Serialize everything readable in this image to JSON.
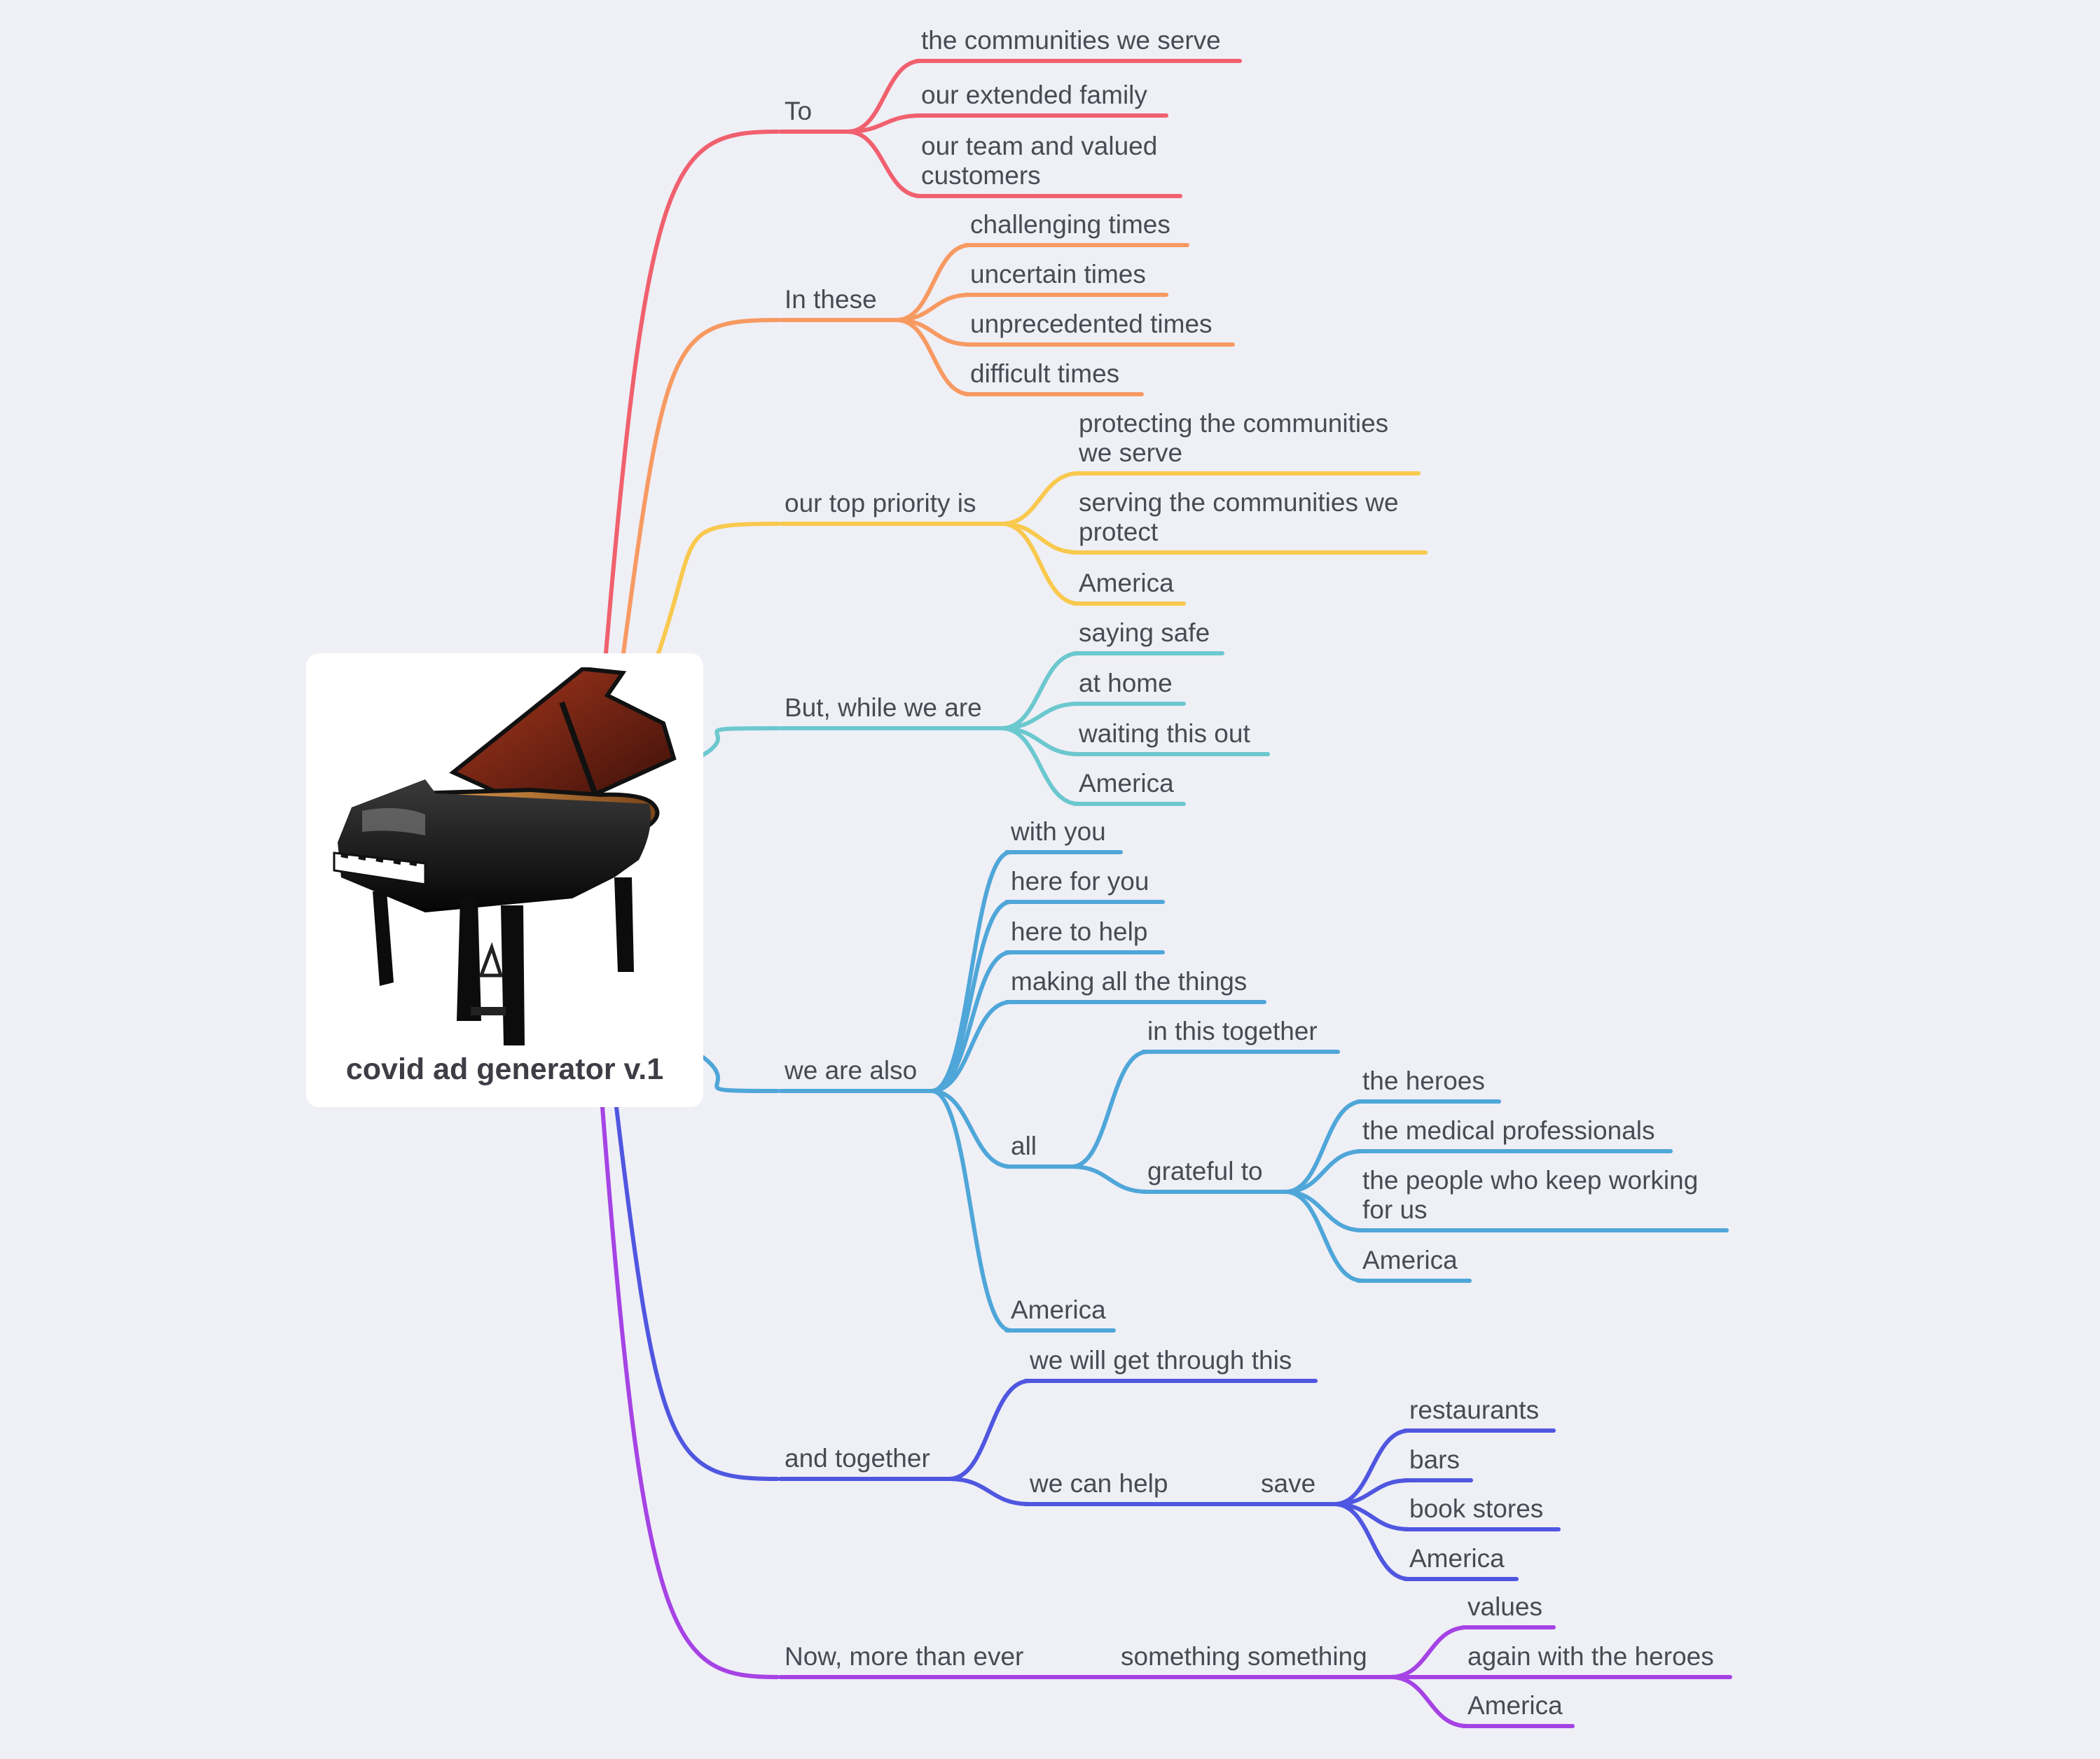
{
  "root": {
    "title": "covid ad generator v.1",
    "image": "grand-piano-icon"
  },
  "branches": [
    {
      "id": "b1",
      "label": "To",
      "color": "#f0606e",
      "children": [
        {
          "id": "b1a",
          "label": "the communities we serve"
        },
        {
          "id": "b1b",
          "label": "our extended family"
        },
        {
          "id": "b1c",
          "label": "our team and valued\ncustomers"
        }
      ]
    },
    {
      "id": "b2",
      "label": "In these",
      "color": "#f79a62",
      "children": [
        {
          "id": "b2a",
          "label": "challenging times"
        },
        {
          "id": "b2b",
          "label": "uncertain times"
        },
        {
          "id": "b2c",
          "label": "unprecedented times"
        },
        {
          "id": "b2d",
          "label": "difficult times"
        }
      ]
    },
    {
      "id": "b3",
      "label": "our top priority is",
      "color": "#f9c94e",
      "children": [
        {
          "id": "b3a",
          "label": "protecting the communities\nwe serve"
        },
        {
          "id": "b3b",
          "label": "serving the communities we\nprotect"
        },
        {
          "id": "b3c",
          "label": "America"
        }
      ]
    },
    {
      "id": "b4",
      "label": "But, while we are",
      "color": "#6cc8cf",
      "children": [
        {
          "id": "b4a",
          "label": "saying safe"
        },
        {
          "id": "b4b",
          "label": "at home"
        },
        {
          "id": "b4c",
          "label": "waiting this out"
        },
        {
          "id": "b4d",
          "label": "America"
        }
      ]
    },
    {
      "id": "b5",
      "label": "we are also",
      "color": "#4fa6d8",
      "children": [
        {
          "id": "b5a",
          "label": "with you"
        },
        {
          "id": "b5b",
          "label": "here for you"
        },
        {
          "id": "b5c",
          "label": "here to help"
        },
        {
          "id": "b5d",
          "label": "making all the things"
        },
        {
          "id": "b5e",
          "label": "all",
          "children": [
            {
              "id": "b5e1",
              "label": "in this together"
            },
            {
              "id": "b5e2",
              "label": "grateful to",
              "children": [
                {
                  "id": "b5e2a",
                  "label": "the heroes"
                },
                {
                  "id": "b5e2b",
                  "label": "the medical professionals"
                },
                {
                  "id": "b5e2c",
                  "label": "the people who keep working\nfor us"
                },
                {
                  "id": "b5e2d",
                  "label": "America"
                }
              ]
            }
          ]
        },
        {
          "id": "b5f",
          "label": "America"
        }
      ]
    },
    {
      "id": "b6",
      "label": "and together",
      "color": "#4f57e0",
      "children": [
        {
          "id": "b6a",
          "label": "we will get through this"
        },
        {
          "id": "b6b",
          "label": "we can help",
          "children": [
            {
              "id": "b6b1",
              "label": "save",
              "children": [
                {
                  "id": "b6b1a",
                  "label": "restaurants"
                },
                {
                  "id": "b6b1b",
                  "label": "bars"
                },
                {
                  "id": "b6b1c",
                  "label": "book stores"
                },
                {
                  "id": "b6b1d",
                  "label": "America"
                }
              ]
            }
          ]
        }
      ]
    },
    {
      "id": "b7",
      "label": "Now, more than ever",
      "color": "#a543e4",
      "children": [
        {
          "id": "b7a",
          "label": "something something",
          "children": [
            {
              "id": "b7a1",
              "label": "values"
            },
            {
              "id": "b7a2",
              "label": "again with the heroes"
            },
            {
              "id": "b7a3",
              "label": "America"
            }
          ]
        }
      ]
    }
  ]
}
